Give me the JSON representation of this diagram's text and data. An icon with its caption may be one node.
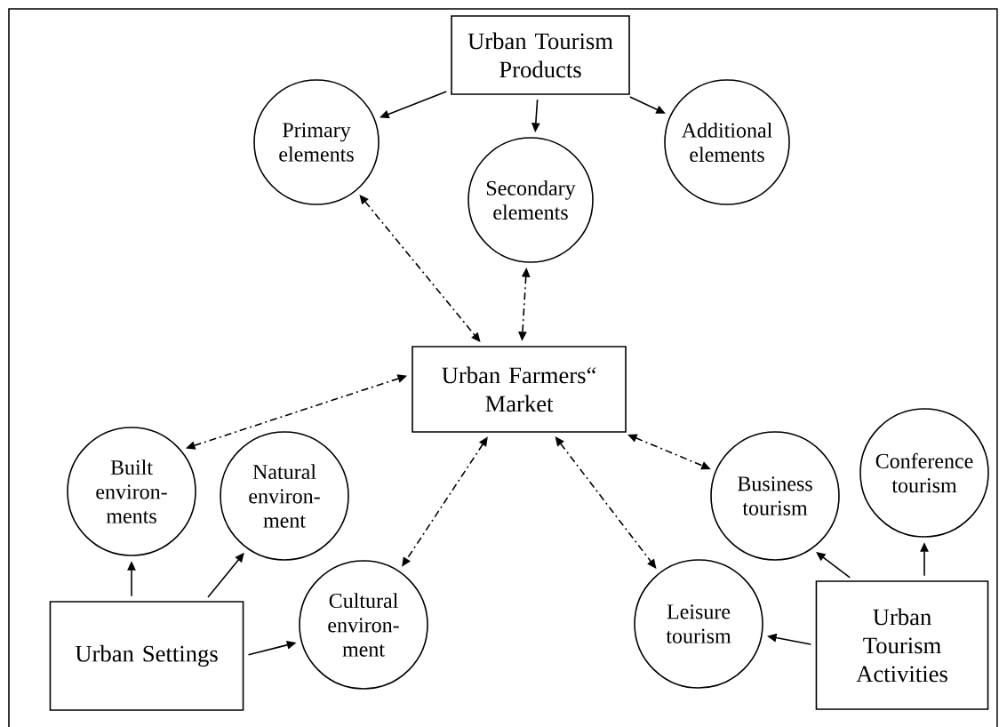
{
  "diagram": {
    "nodes": [
      {
        "text": [
          "Urban Tourism Products"
        ]
      },
      {
        "text": [
          "Primary elements"
        ]
      },
      {
        "text": [
          "Secondary elements"
        ]
      },
      {
        "text": [
          "Additional elements"
        ]
      },
      {
        "text": [
          "Urban Farmers“ Market"
        ]
      },
      {
        "text": [
          "Built environ- ments"
        ]
      },
      {
        "text": [
          "Natural environ- ment"
        ]
      },
      {
        "text": [
          "Cultural environ- ment"
        ]
      },
      {
        "text": [
          "Urban Settings"
        ]
      },
      {
        "text": [
          "Business tourism"
        ]
      },
      {
        "text": [
          "Conference tourism"
        ]
      },
      {
        "text": [
          "Leisure tourism"
        ]
      },
      {
        "text": [
          "Urban Tourism Activities"
        ]
      }
    ],
    "edges": [
      {
        "from": 0,
        "to": 1,
        "arrow": "to"
      },
      {
        "from": 0,
        "to": 2,
        "arrow": "to"
      },
      {
        "from": 0,
        "to": 3,
        "arrow": "to"
      },
      {
        "from": 1,
        "to": 4,
        "arrow": "both",
        "style": "dashed"
      },
      {
        "from": 2,
        "to": 4,
        "arrow": "both",
        "style": "dashed"
      },
      {
        "from": 4,
        "to": 5,
        "arrow": "both",
        "style": "dashed"
      },
      {
        "from": 4,
        "to": 7,
        "arrow": "both",
        "style": "dashed"
      },
      {
        "from": 4,
        "to": 11,
        "arrow": "both",
        "style": "dashed"
      },
      {
        "from": 4,
        "to": 9,
        "arrow": "both",
        "style": "dashed"
      },
      {
        "from": 8,
        "to": 5,
        "arrow": "to"
      },
      {
        "from": 8,
        "to": 6,
        "arrow": "to"
      },
      {
        "from": 8,
        "to": 7,
        "arrow": "to"
      },
      {
        "from": 12,
        "to": 9,
        "arrow": "to"
      },
      {
        "from": 12,
        "to": 10,
        "arrow": "to"
      },
      {
        "from": 12,
        "to": 11,
        "arrow": "to"
      }
    ]
  }
}
